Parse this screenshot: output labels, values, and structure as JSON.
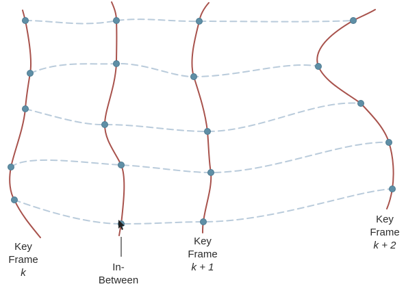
{
  "labels": {
    "key_frame_k": {
      "line1": "Key",
      "line2": "Frame",
      "line3": "k"
    },
    "in_between": {
      "line1": "In-",
      "line2": "Between"
    },
    "key_frame_k1": {
      "line1": "Key",
      "line2": "Frame",
      "line3": "k + 1"
    },
    "key_frame_k2": {
      "line1": "Key",
      "line2": "Frame",
      "line3": "k + 2"
    }
  },
  "colors": {
    "curve": "#a8524c",
    "guide": "#b9cbdb",
    "point": "#5f8fa6"
  },
  "icons": [
    "mouse-cursor-icon"
  ]
}
